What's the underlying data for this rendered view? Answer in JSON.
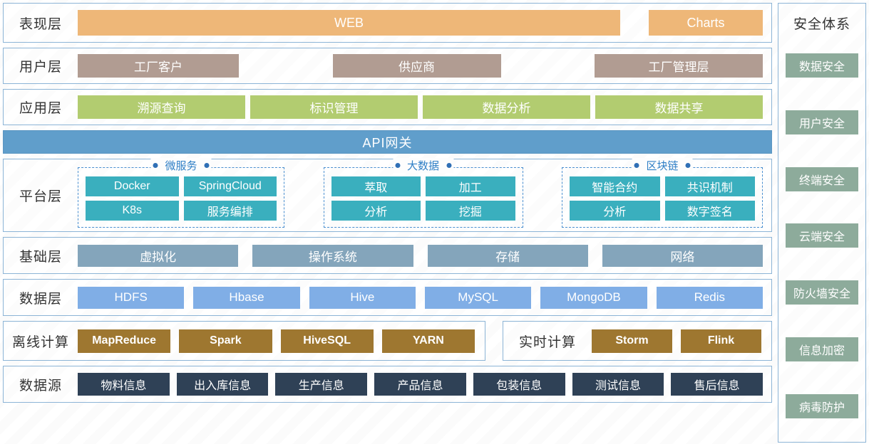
{
  "layers": [
    {
      "label": "表现层",
      "items": [
        "WEB",
        "Charts"
      ]
    },
    {
      "label": "用户层",
      "items": [
        "工厂客户",
        "供应商",
        "工厂管理层"
      ]
    },
    {
      "label": "应用层",
      "items": [
        "溯源查询",
        "标识管理",
        "数据分析",
        "数据共享"
      ]
    }
  ],
  "gateway": {
    "label": "API网关"
  },
  "platform": {
    "label": "平台层",
    "groups": [
      {
        "title": "微服务",
        "rows": [
          [
            "Docker",
            "SpringCloud"
          ],
          [
            "K8s",
            "服务编排"
          ]
        ]
      },
      {
        "title": "大数据",
        "rows": [
          [
            "萃取",
            "加工"
          ],
          [
            "分析",
            "挖掘"
          ]
        ]
      },
      {
        "title": "区块链",
        "rows": [
          [
            "智能合约",
            "共识机制"
          ],
          [
            "分析",
            "数字签名"
          ]
        ]
      }
    ]
  },
  "infrastructure": {
    "label": "基础层",
    "items": [
      "虚拟化",
      "操作系统",
      "存储",
      "网络"
    ]
  },
  "data_layer": {
    "label": "数据层",
    "items": [
      "HDFS",
      "Hbase",
      "Hive",
      "MySQL",
      "MongoDB",
      "Redis"
    ]
  },
  "compute": {
    "offline": {
      "label": "离线计算",
      "items": [
        "MapReduce",
        "Spark",
        "HiveSQL",
        "YARN"
      ]
    },
    "realtime": {
      "label": "实时计算",
      "items": [
        "Storm",
        "Flink"
      ]
    }
  },
  "data_source": {
    "label": "数据源",
    "items": [
      "物料信息",
      "出入库信息",
      "生产信息",
      "产品信息",
      "包装信息",
      "测试信息",
      "售后信息"
    ]
  },
  "security": {
    "title": "安全体系",
    "items": [
      "数据安全",
      "用户安全",
      "终端安全",
      "云端安全",
      "防火墙安全",
      "信息加密",
      "病毒防护"
    ]
  },
  "colors": {
    "presentation": "#eeb778",
    "user": "#b19c92",
    "application": "#b2cc70",
    "gateway": "#609ecb",
    "platform": "#3aafbe",
    "infrastructure": "#84a5bb",
    "data_layer": "#80aee6",
    "compute": "#9e7730",
    "data_source": "#2f4156",
    "security": "#8dab9b",
    "border": "#8cb4d6",
    "group_border": "#4a8fd0"
  }
}
